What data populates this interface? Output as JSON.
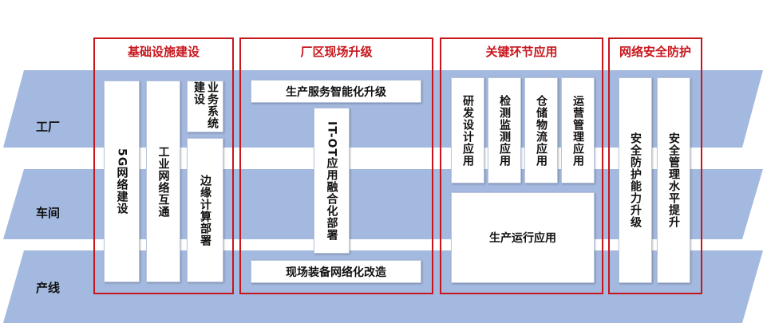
{
  "layers": [
    "工厂",
    "车间",
    "产线"
  ],
  "sections": [
    {
      "title": "基础设施建设",
      "items": [
        "5G网络建设",
        "工业网络互通",
        "业务系统建设",
        "边缘计算部署"
      ]
    },
    {
      "title": "厂区现场升级",
      "items": [
        "生产服务智能化升级",
        "IT-OT应用融合化部署",
        "现场装备网络化改造"
      ]
    },
    {
      "title": "关键环节应用",
      "items": [
        "研发设计应用",
        "检测监测应用",
        "仓储物流应用",
        "运营管理应用",
        "生产运行应用"
      ]
    },
    {
      "title": "网络安全防护",
      "items": [
        "安全防护能力升级",
        "安全管理水平提升"
      ]
    }
  ],
  "colors": {
    "band": "#a4b9df",
    "frame": "#c8161d",
    "title": "#c8161d"
  }
}
